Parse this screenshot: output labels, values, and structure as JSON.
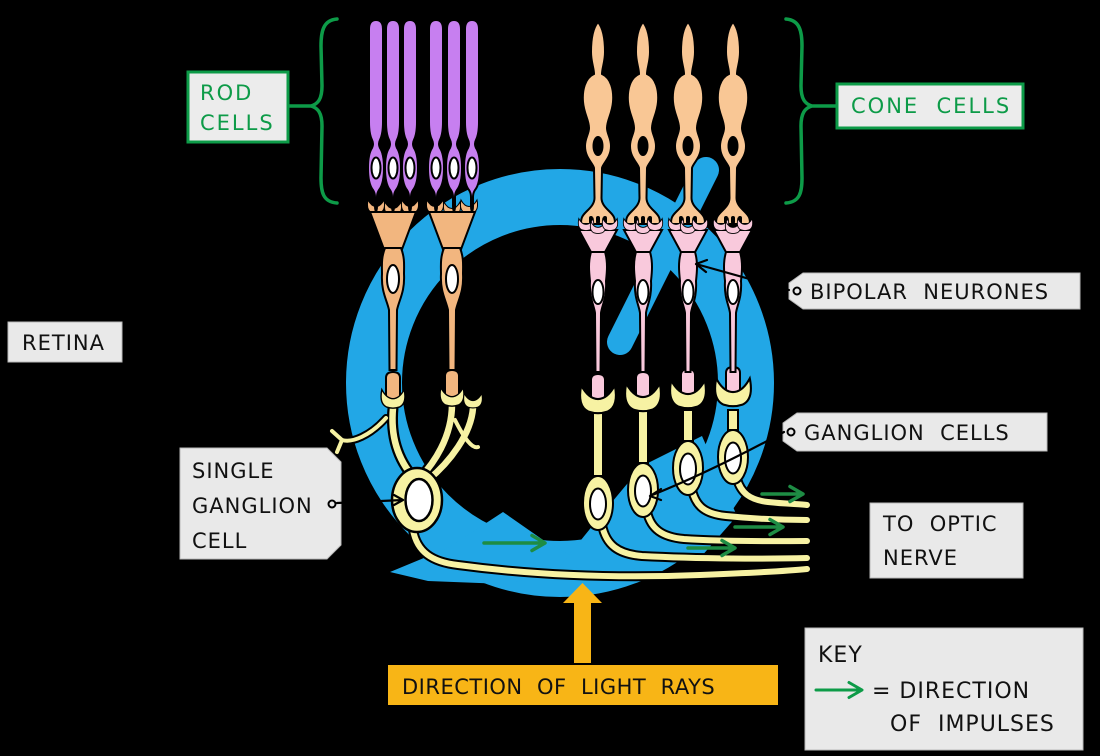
{
  "labels": {
    "rod_cells": {
      "line1": "ROD",
      "line2": "CELLS"
    },
    "cone_cells": {
      "text": "CONE  CELLS"
    },
    "retina": {
      "text": "RETINA"
    },
    "bipolar_neurones": {
      "text": "BIPOLAR  NEURONES"
    },
    "ganglion_cells": {
      "text": "GANGLION  CELLS"
    },
    "single_ganglion_cell": {
      "line1": "SINGLE",
      "line2": "GANGLION",
      "line3": "CELL"
    },
    "to_optic_nerve": {
      "line1": "TO  OPTIC",
      "line2": "NERVE"
    },
    "direction_of_light": {
      "text": "DIRECTION  OF  LIGHT  RAYS"
    },
    "key": {
      "title": "KEY",
      "definition_line1": "= DIRECTION",
      "definition_line2": "OF  IMPULSES"
    }
  },
  "diagram": {
    "rod_cell_count": 6,
    "cone_cell_count": 4,
    "rod_bipolar_count": 2,
    "cone_bipolar_count": 4,
    "ganglion_cell_count": 4,
    "impulse_arrow_direction": "right",
    "light_arrow_direction": "up"
  },
  "colors": {
    "background": "#000000",
    "retina_blue": "#22a7e6",
    "rod_purple": "#c77ff0",
    "cone_peach": "#f9c795",
    "rod_bipolar_orange": "#f2b67f",
    "cone_bipolar_pink": "#f9c9dc",
    "ganglion_yellow": "#f7f2a3",
    "label_green": "#0d9b48",
    "impulse_arrow_green": "#1e8c44",
    "light_arrow_orange": "#f8b516",
    "label_box_gray": "#e9e9e9"
  }
}
